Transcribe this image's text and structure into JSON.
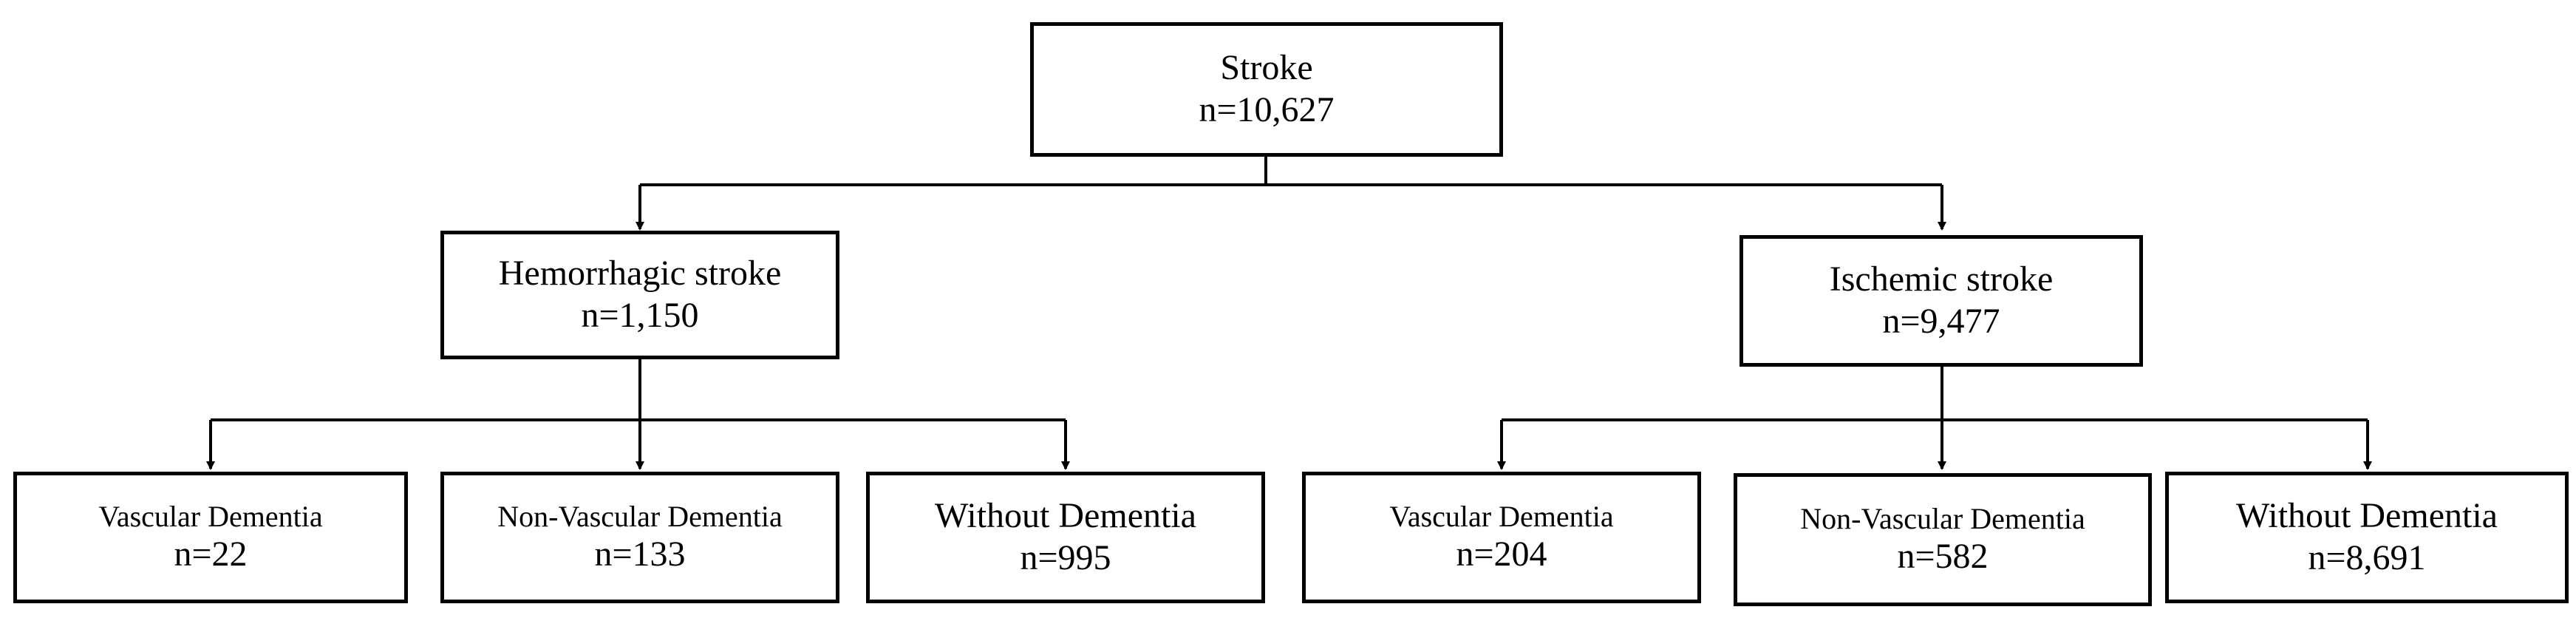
{
  "root": {
    "label": "Stroke",
    "count": "n=10,627"
  },
  "hemorrhagic": {
    "label": "Hemorrhagic stroke",
    "count": "n=1,150",
    "children": [
      {
        "label": "Vascular Dementia",
        "count": "n=22"
      },
      {
        "label": "Non-Vascular Dementia",
        "count": "n=133"
      },
      {
        "label": "Without Dementia",
        "count": "n=995"
      }
    ]
  },
  "ischemic": {
    "label": "Ischemic stroke",
    "count": "n=9,477",
    "children": [
      {
        "label": "Vascular Dementia",
        "count": "n=204"
      },
      {
        "label": "Non-Vascular Dementia",
        "count": "n=582"
      },
      {
        "label": "Without Dementia",
        "count": "n=8,691"
      }
    ]
  }
}
